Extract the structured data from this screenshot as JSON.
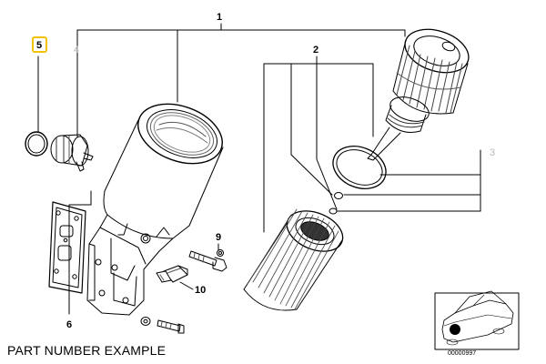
{
  "diagram": {
    "callouts": {
      "part_1": "1",
      "part_2": "2",
      "part_3": "3",
      "part_4": "4",
      "part_5": "5",
      "part_6": "6",
      "part_9": "9",
      "part_10": "10"
    },
    "highlighted_callout": "5",
    "highlight_color": "#f2c200",
    "faint_callout_color": "#b8b8b8"
  },
  "footer": {
    "label": "PART NUMBER EXAMPLE"
  },
  "thumbnail": {
    "code": "00000997"
  }
}
